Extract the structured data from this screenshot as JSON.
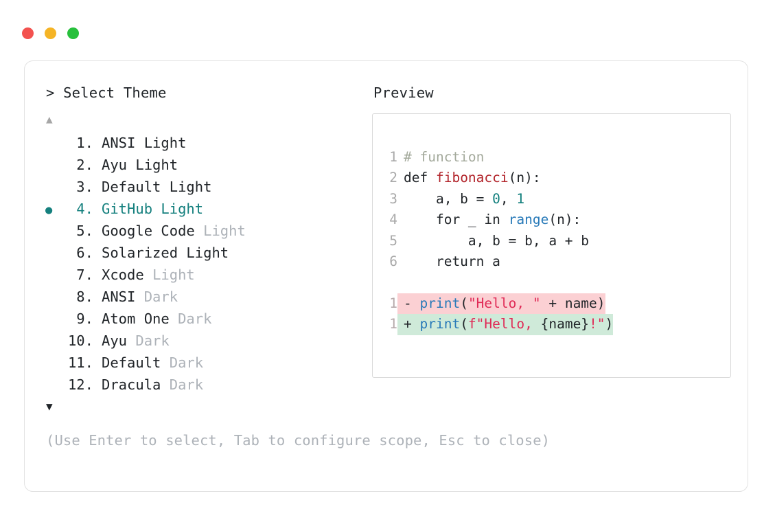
{
  "window": {
    "traffic_lights": [
      {
        "name": "close",
        "color": "#f3524f"
      },
      {
        "name": "minimize",
        "color": "#f5b426"
      },
      {
        "name": "maximize",
        "color": "#27c03c"
      }
    ]
  },
  "selector": {
    "prompt": "> Select Theme",
    "scroll_up_icon": "▲",
    "scroll_down_icon": "▼",
    "bullet": "●",
    "selected_index": 4,
    "items": [
      {
        "num": " 1.",
        "name": "ANSI",
        "variant": "Light",
        "variant_muted": false,
        "selected": false
      },
      {
        "num": " 2.",
        "name": "Ayu",
        "variant": "Light",
        "variant_muted": false,
        "selected": false
      },
      {
        "num": " 3.",
        "name": "Default",
        "variant": "Light",
        "variant_muted": false,
        "selected": false
      },
      {
        "num": " 4.",
        "name": "GitHub",
        "variant": "Light",
        "variant_muted": false,
        "selected": true
      },
      {
        "num": " 5.",
        "name": "Google Code",
        "variant": "Light",
        "variant_muted": true,
        "selected": false
      },
      {
        "num": " 6.",
        "name": "Solarized",
        "variant": "Light",
        "variant_muted": false,
        "selected": false
      },
      {
        "num": " 7.",
        "name": "Xcode",
        "variant": "Light",
        "variant_muted": true,
        "selected": false
      },
      {
        "num": " 8.",
        "name": "ANSI",
        "variant": "Dark",
        "variant_muted": true,
        "selected": false
      },
      {
        "num": " 9.",
        "name": "Atom One",
        "variant": "Dark",
        "variant_muted": true,
        "selected": false
      },
      {
        "num": "10.",
        "name": "Ayu",
        "variant": "Dark",
        "variant_muted": true,
        "selected": false
      },
      {
        "num": "11.",
        "name": "Default",
        "variant": "Dark",
        "variant_muted": true,
        "selected": false
      },
      {
        "num": "12.",
        "name": "Dracula",
        "variant": "Dark",
        "variant_muted": true,
        "selected": false
      }
    ]
  },
  "preview": {
    "title": "Preview",
    "code_lines": [
      {
        "lineno": "1",
        "tokens": [
          {
            "t": "# function",
            "c": "tok-comment"
          }
        ]
      },
      {
        "lineno": "2",
        "tokens": [
          {
            "t": "def ",
            "c": "tok-kw"
          },
          {
            "t": "fibonacci",
            "c": "tok-fn"
          },
          {
            "t": "(n):",
            "c": "tok-plain"
          }
        ]
      },
      {
        "lineno": "3",
        "tokens": [
          {
            "t": "    a, b = ",
            "c": "tok-plain"
          },
          {
            "t": "0",
            "c": "tok-num"
          },
          {
            "t": ", ",
            "c": "tok-plain"
          },
          {
            "t": "1",
            "c": "tok-num"
          }
        ]
      },
      {
        "lineno": "4",
        "tokens": [
          {
            "t": "    for _ in ",
            "c": "tok-plain"
          },
          {
            "t": "range",
            "c": "tok-builtin"
          },
          {
            "t": "(n):",
            "c": "tok-plain"
          }
        ]
      },
      {
        "lineno": "5",
        "tokens": [
          {
            "t": "        a, b = b, a + b",
            "c": "tok-plain"
          }
        ]
      },
      {
        "lineno": "6",
        "tokens": [
          {
            "t": "    return a",
            "c": "tok-plain"
          }
        ]
      }
    ],
    "diff_lines": [
      {
        "lineno": "1",
        "kind": "delete",
        "highlight": "hl-del",
        "tokens": [
          {
            "t": "- ",
            "c": "tok-plain"
          },
          {
            "t": "print",
            "c": "tok-builtin"
          },
          {
            "t": "(",
            "c": "tok-plain"
          },
          {
            "t": "\"Hello, \"",
            "c": "tok-str"
          },
          {
            "t": " + name)",
            "c": "tok-plain"
          }
        ]
      },
      {
        "lineno": "1",
        "kind": "add",
        "highlight": "hl-add",
        "tokens": [
          {
            "t": "+ ",
            "c": "tok-plain"
          },
          {
            "t": "print",
            "c": "tok-builtin"
          },
          {
            "t": "(",
            "c": "tok-plain"
          },
          {
            "t": "f\"Hello, ",
            "c": "tok-str"
          },
          {
            "t": "{name}",
            "c": "tok-plain"
          },
          {
            "t": "!\"",
            "c": "tok-str"
          },
          {
            "t": ")",
            "c": "tok-plain"
          }
        ]
      }
    ]
  },
  "footer": {
    "hint": "(Use Enter to select, Tab to configure scope, Esc to close)"
  },
  "colors": {
    "accent_teal": "#15807e",
    "muted_gray": "#adb2b8",
    "text_dark": "#212529",
    "diff_delete_bg": "#fbd0d3",
    "diff_add_bg": "#cfead9",
    "string_red": "#e02a56",
    "function_red": "#b2242b",
    "builtin_blue": "#2779b8",
    "number_teal": "#127f7d",
    "comment_gray": "#a3a99b"
  }
}
